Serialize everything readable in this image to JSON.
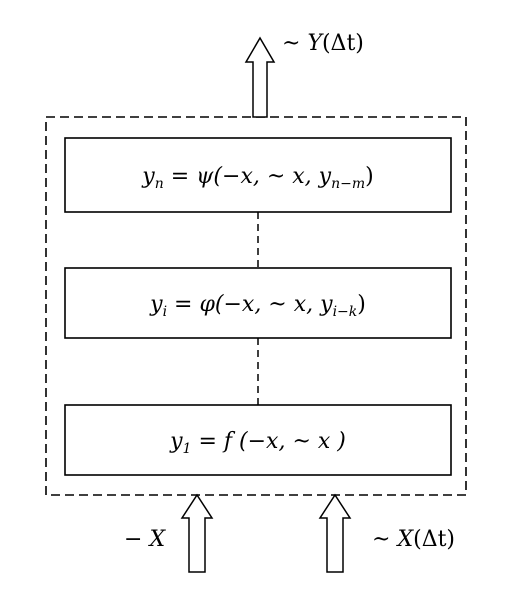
{
  "diagram": {
    "output_label": {
      "prefix": "~ ",
      "var": "Y",
      "arg": "(Δt)"
    },
    "layers": [
      {
        "id": "n",
        "lhs_var": "y",
        "lhs_sub": "n",
        "equals": " = ",
        "func": "ψ",
        "args": "(−x, ~ x, ",
        "last_var": "y",
        "last_sub": "n−m",
        "close": ")"
      },
      {
        "id": "i",
        "lhs_var": "y",
        "lhs_sub": "i",
        "equals": " = ",
        "func": "φ",
        "args": "(−x, ~ x, ",
        "last_var": "y",
        "last_sub": "i−k",
        "close": ")"
      },
      {
        "id": "1",
        "lhs_var": "y",
        "lhs_sub": "1",
        "equals": " = ",
        "func": "f",
        "args": " (−x, ~ x  )",
        "last_var": "",
        "last_sub": "",
        "close": ""
      }
    ],
    "input_left": {
      "prefix": "− ",
      "var": "X"
    },
    "input_right": {
      "prefix": "~ ",
      "var": "X",
      "arg": "(Δt)"
    },
    "colors": {
      "stroke": "#000000",
      "background": "#ffffff"
    }
  }
}
